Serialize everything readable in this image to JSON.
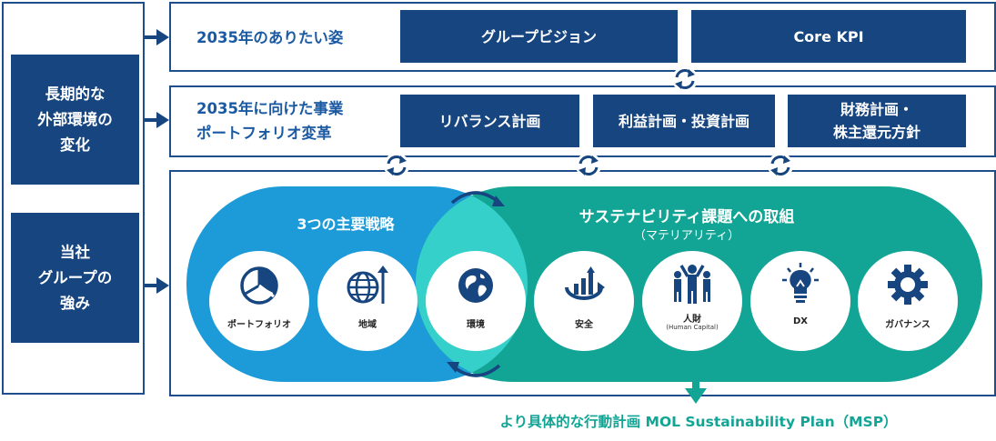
{
  "left_column": {
    "top_label": "長期的な\n外部環境の\n変化",
    "bottom_label": "当社\nグループの\n強み"
  },
  "row1": {
    "label": "2035年のありたい姿",
    "boxes": [
      "グループビジョン",
      "Core KPI"
    ]
  },
  "row2": {
    "label": "2035年に向けた事業\nポートフォリオ変革",
    "boxes": [
      "リバランス計画",
      "利益計画・投資計画",
      "財務計画・\n株主還元方針"
    ]
  },
  "strategy": {
    "title": "3つの主要戦略",
    "items": [
      {
        "icon": "pie-chart-icon",
        "label": "ポートフォリオ"
      },
      {
        "icon": "globe-growth-icon",
        "label": "地域"
      }
    ]
  },
  "shared_item": {
    "icon": "earth-icon",
    "label": "環境"
  },
  "sustainability": {
    "title": "サステナビリティ課題への取組",
    "subtitle": "（マテリアリティ）",
    "items": [
      {
        "icon": "safety-growth-icon",
        "label": "安全",
        "sub": ""
      },
      {
        "icon": "people-icon",
        "label": "人財",
        "sub": "(Human Capital)"
      },
      {
        "icon": "lightbulb-icon",
        "label": "DX",
        "sub": ""
      },
      {
        "icon": "gear-icon",
        "label": "ガバナンス",
        "sub": ""
      }
    ]
  },
  "footer": {
    "text": "より具体的な行動計画 MOL Sustainability Plan（MSP）"
  },
  "colors": {
    "navy": "#16457f",
    "label_blue": "#1b5aa3",
    "strategy_blue": "#1c9bd8",
    "sustainability_teal": "#12a595",
    "overlap": "#35d0c9"
  }
}
